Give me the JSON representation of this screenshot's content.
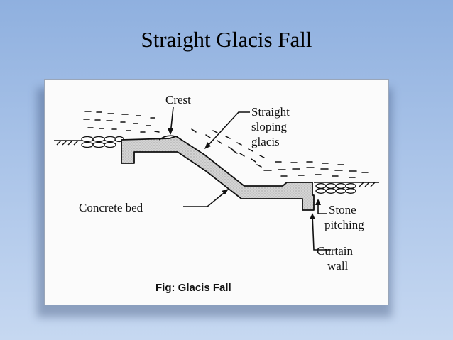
{
  "slide": {
    "title": "Straight Glacis Fall"
  },
  "figure": {
    "labels": {
      "crest": "Crest",
      "glacis_line1": "Straight",
      "glacis_line2": "sloping",
      "glacis_line3": "glacis",
      "concrete_bed": "Concrete bed",
      "stone_line1": "Stone",
      "stone_line2": "pitching",
      "curtain_line1": "Curtain",
      "curtain_line2": "wall"
    },
    "caption": "Fig: Glacis Fall"
  },
  "colors": {
    "background_top": "#8fb0df",
    "background_bottom": "#c6d8f1",
    "panel": "#fbfbfb",
    "concrete_fill": "#d2d2d2",
    "ink": "#111111"
  }
}
